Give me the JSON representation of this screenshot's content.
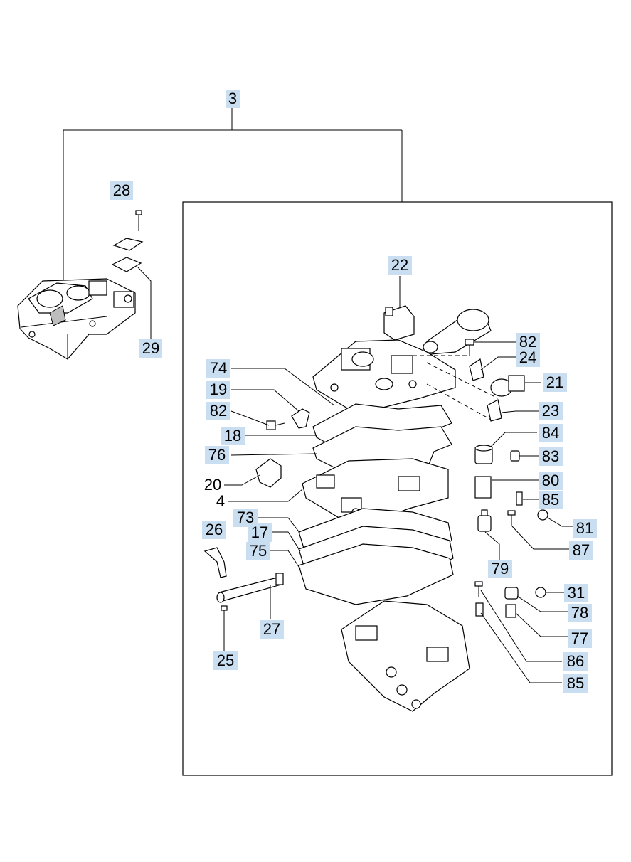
{
  "diagram": {
    "labels": {
      "l3": "3",
      "l28": "28",
      "l29": "29",
      "l22": "22",
      "l82a": "82",
      "l24": "24",
      "l21": "21",
      "l23": "23",
      "l84": "84",
      "l83": "83",
      "l80": "80",
      "l85a": "85",
      "l81": "81",
      "l87": "87",
      "l79": "79",
      "l31": "31",
      "l78": "78",
      "l77": "77",
      "l86": "86",
      "l85b": "85",
      "l74": "74",
      "l19": "19",
      "l82b": "82",
      "l18": "18",
      "l76": "76",
      "l20": "20",
      "l4": "4",
      "l73": "73",
      "l17": "17",
      "l75": "75",
      "l26": "26",
      "l27": "27",
      "l25": "25"
    },
    "colors": {
      "label_highlight": "#c9def0",
      "line": "#000000",
      "part_fill": "#ffffff",
      "part_shade": "#bdbdbd"
    }
  }
}
